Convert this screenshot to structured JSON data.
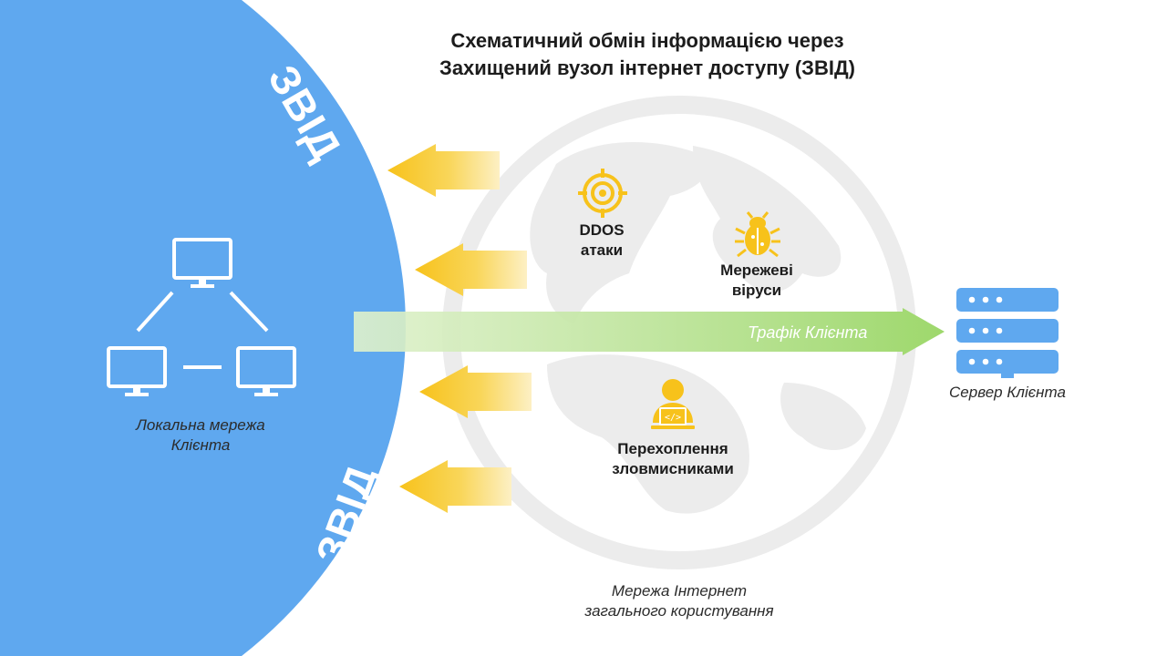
{
  "title": "Схематичний обмін інформацією через\nЗахищений вузол інтернет доступу (ЗВІД)",
  "zone": {
    "label_top": "ЗВІД",
    "label_bottom": "ЗВІД",
    "color": "#5fa8ef"
  },
  "local_network": {
    "caption": "Локальна мережа\nКлієнта",
    "icon": "computer-network-icon"
  },
  "threats": {
    "ddos": {
      "label": "DDOS\nатаки",
      "icon": "crosshair-target-icon"
    },
    "viruses": {
      "label": "Мережеві\nвіруси",
      "icon": "bug-icon"
    },
    "interception": {
      "label": "Перехоплення\nзловмисниками",
      "icon": "hacker-laptop-icon"
    },
    "color": "#f7c21b"
  },
  "traffic": {
    "label": "Трафік Клієнта",
    "color": "#9ed86c"
  },
  "server": {
    "caption": "Сервер Клієнта",
    "icon": "server-rack-icon",
    "color": "#5fa8ef"
  },
  "internet": {
    "caption": "Мережа Інтернет\nзагального користування",
    "icon": "globe-icon"
  }
}
